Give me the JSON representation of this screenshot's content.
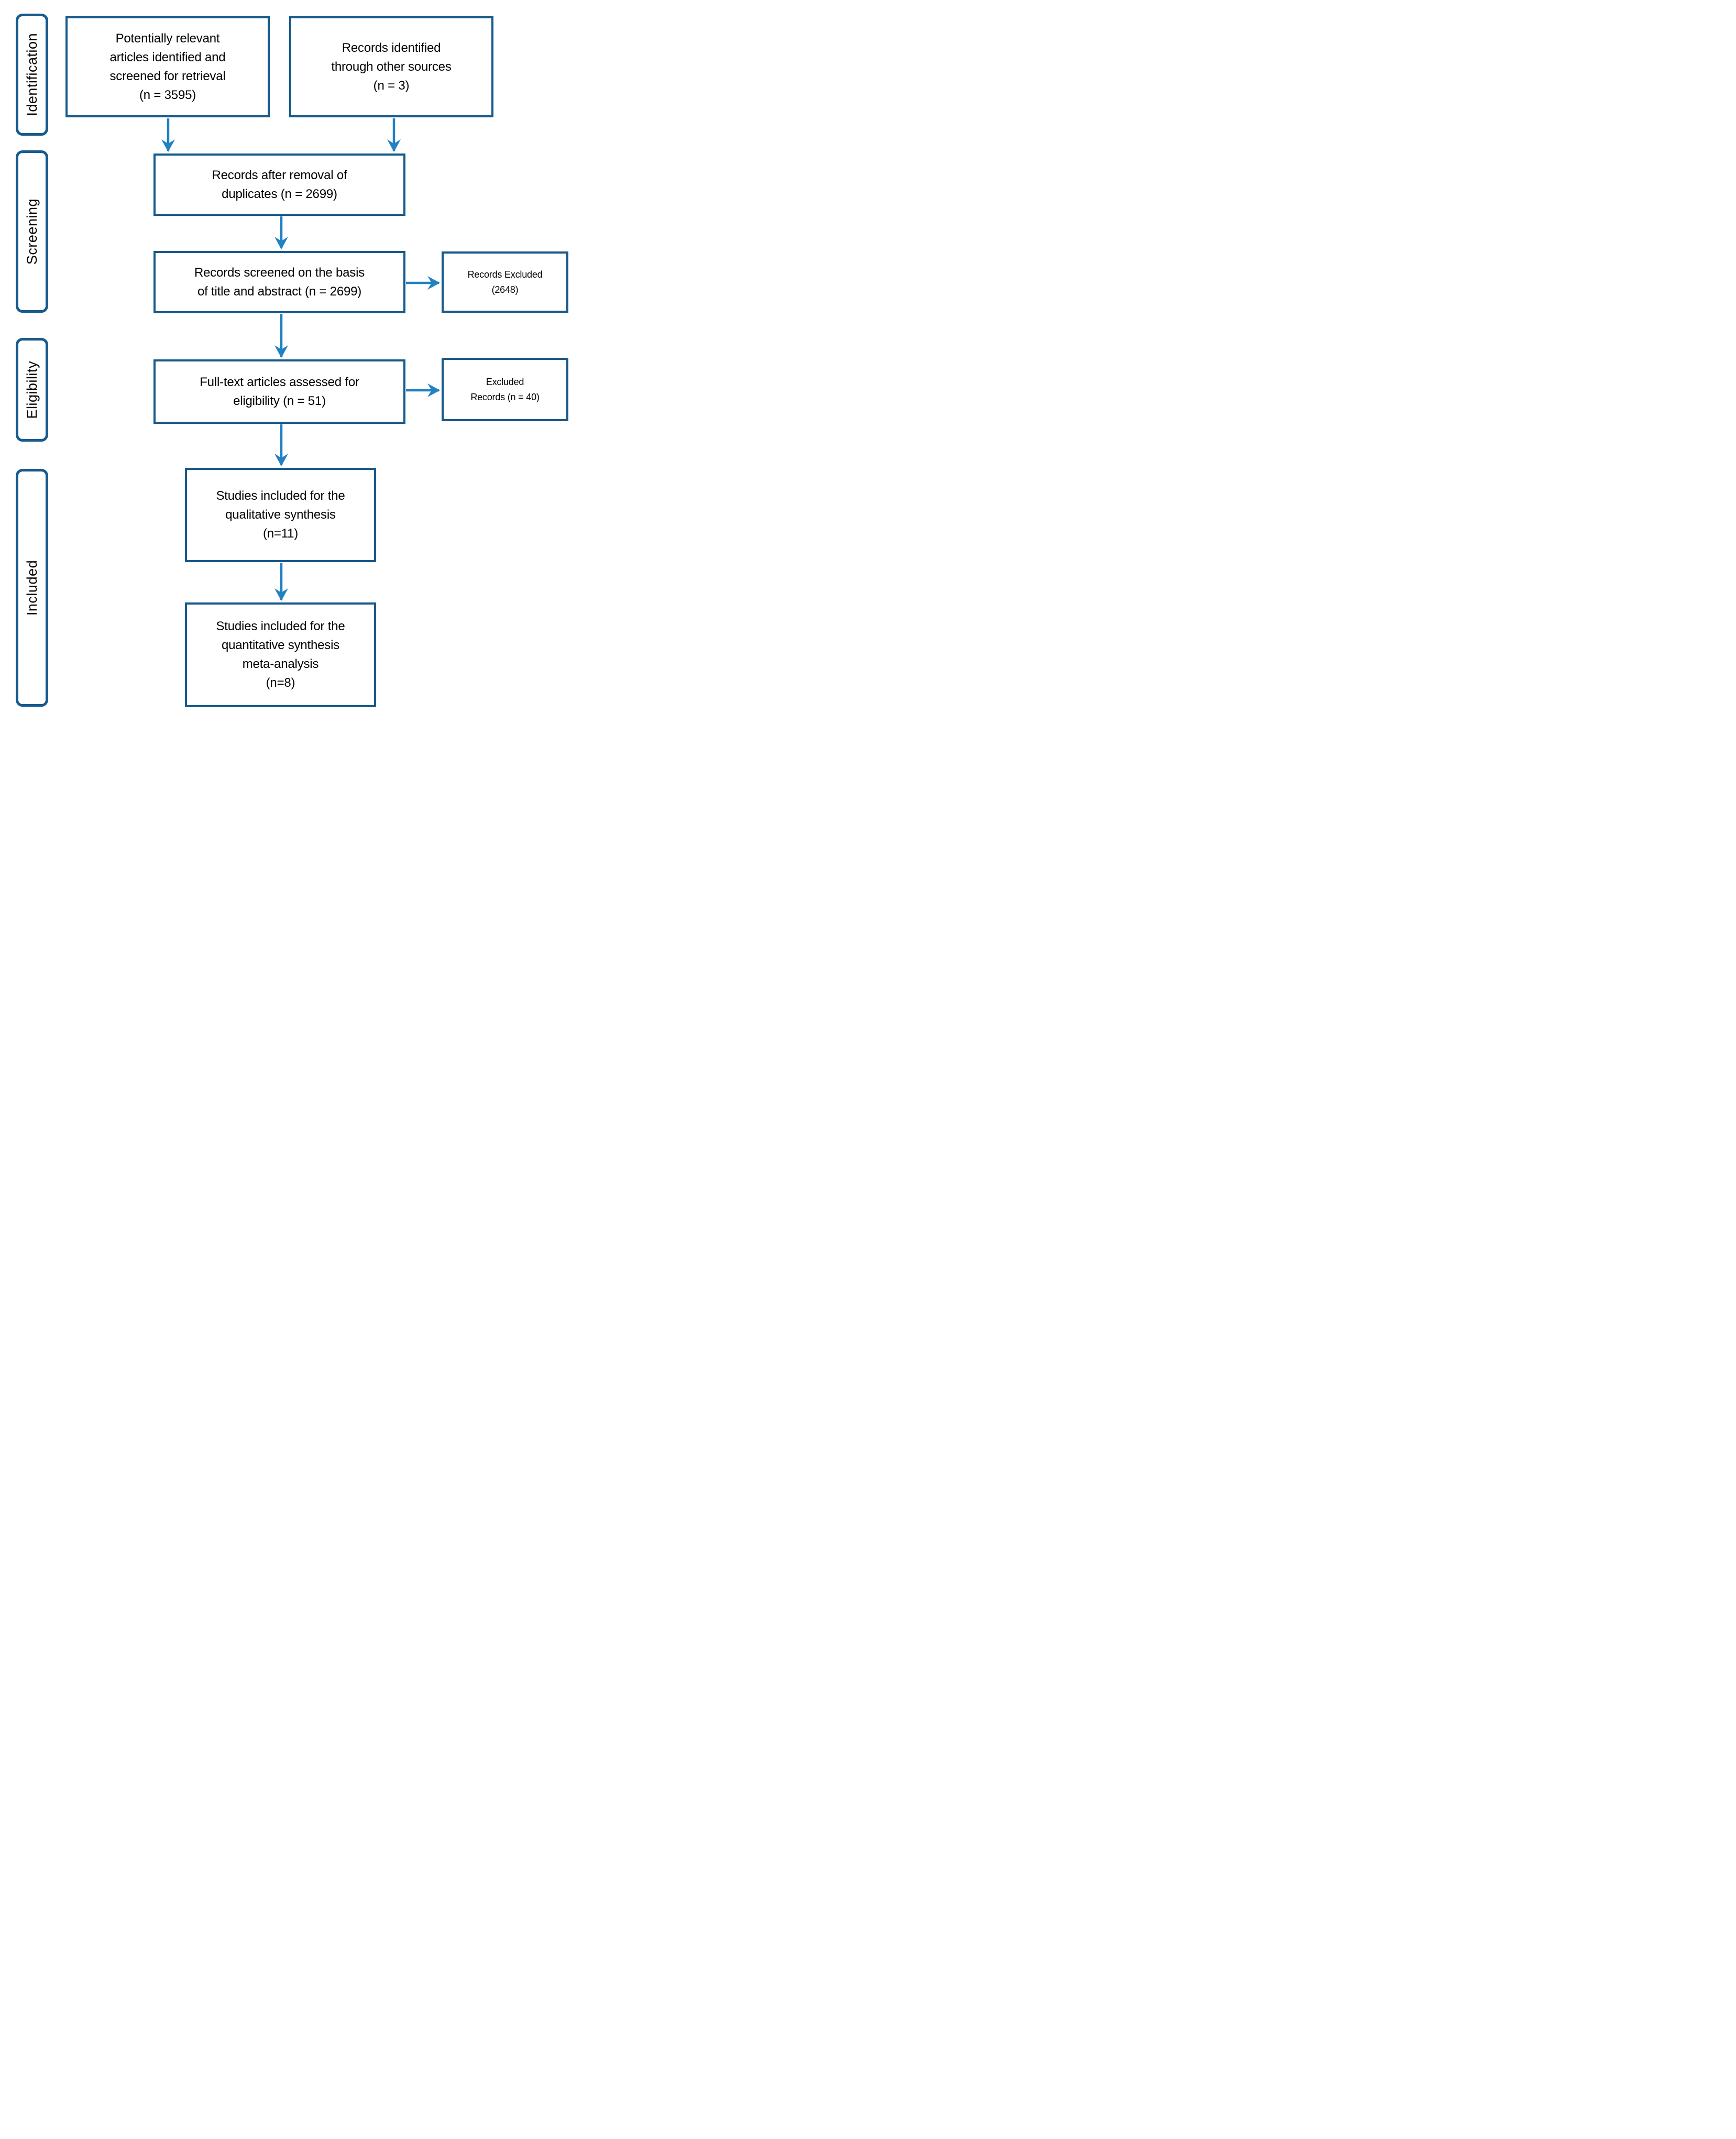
{
  "stages": [
    {
      "id": "identification",
      "label": "Identification"
    },
    {
      "id": "screening",
      "label": "Screening"
    },
    {
      "id": "eligibility",
      "label": "Eligibility"
    },
    {
      "id": "included",
      "label": "Included"
    }
  ],
  "boxes": {
    "identified": {
      "text": "Potentially relevant\narticles identified and\nscreened for retrieval\n(n = 3595)"
    },
    "other_sources": {
      "text": "Records identified\nthrough other sources\n(n = 3)"
    },
    "after_duplicates": {
      "text": "Records after removal of\nduplicates (n = 2699)"
    },
    "screened": {
      "text": "Records screened on the basis\nof title and abstract (n = 2699)"
    },
    "records_excluded": {
      "text": "Records Excluded\n(2648)"
    },
    "fulltext": {
      "text": "Full-text articles assessed for\neligibility  (n = 51)"
    },
    "excluded_records": {
      "text": "Excluded\nRecords (n = 40)"
    },
    "qualitative": {
      "text": "Studies included for the\nqualitative synthesis\n(n=11)"
    },
    "quantitative": {
      "text": "Studies included for the\nquantitative synthesis\nmeta-analysis\n(n=8)"
    }
  },
  "counts": {
    "identified": 3595,
    "other_sources": 3,
    "after_duplicates": 2699,
    "screened": 2699,
    "records_excluded": 2648,
    "fulltext": 51,
    "excluded_records": 40,
    "qualitative": 11,
    "quantitative": 8
  },
  "colors": {
    "box_border": "#175a8c",
    "arrow_blue": "#2082c1",
    "text": "#000000",
    "background": "#ffffff"
  }
}
